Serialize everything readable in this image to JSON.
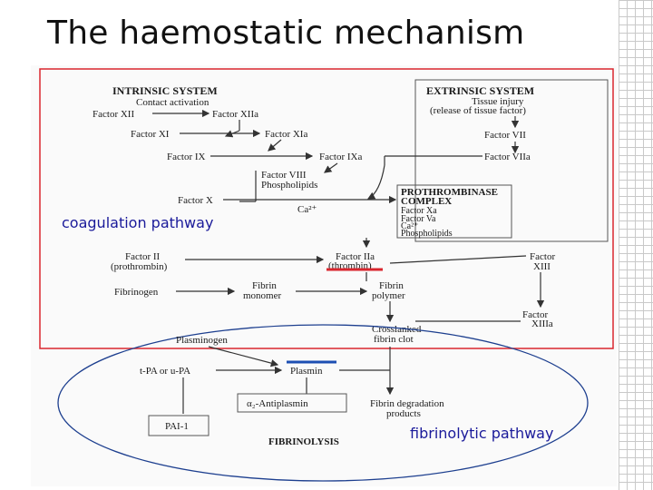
{
  "slide": {
    "title": "The haemostatic mechanism"
  },
  "diagram": {
    "intrinsic": {
      "heading": "INTRINSIC SYSTEM",
      "subheading": "Contact activation"
    },
    "extrinsic": {
      "heading": "EXTRINSIC SYSTEM",
      "subheading_1": "Tissue injury",
      "subheading_2": "(release of tissue factor)"
    },
    "factors": {
      "xii": "Factor XII",
      "xiia": "Factor XIIa",
      "xi": "Factor XI",
      "xia": "Factor XIa",
      "ix": "Factor IX",
      "ixa": "Factor IXa",
      "viii": "Factor VIII",
      "phospholipids": "Phospholipids",
      "vii": "Factor VII",
      "viia": "Factor VIIa",
      "x": "Factor X",
      "ca": "Ca²⁺",
      "ii": "Factor II",
      "prothrombin": "(prothrombin)",
      "iia": "Factor IIa",
      "thrombin": "(thrombin)",
      "xiii_1": "Factor",
      "xiii_2": "XIII",
      "xiiia_1": "Factor",
      "xiiia_2": "XIIIa"
    },
    "prothrombinase": {
      "line_1": "PROTHROMBINASE",
      "line_2": "COMPLEX",
      "line_3": "Factor Xa",
      "line_4": "Factor Va",
      "line_5": "Ca²⁺",
      "line_6": "Phospholipids"
    },
    "fibrin": {
      "fibrinogen": "Fibrinogen",
      "monomer_1": "Fibrin",
      "monomer_2": "monomer",
      "polymer_1": "Fibrin",
      "polymer_2": "polymer",
      "clot_1": "Crosslanked",
      "clot_2": "fibrin clot"
    },
    "fibrinolysis": {
      "plasminogen": "Plasminogen",
      "activators": "t-PA or u-PA",
      "plasmin": "Plasmin",
      "antiplasmin": "α₂-Antiplasmin",
      "fdp_1": "Fibrin degradation",
      "fdp_2": "products",
      "pai": "PAI-1",
      "heading": "FIBRINOLYSIS"
    }
  },
  "annotations": {
    "coagulation_label": "coagulation pathway",
    "fibrinolytic_label": "fibrinolytic pathway"
  },
  "colors": {
    "coagulation_box": "#d9262e",
    "thrombin_underline": "#d9262e",
    "plasmin_underline": "#1d4fb3",
    "label_text": "#1a1a9a"
  }
}
